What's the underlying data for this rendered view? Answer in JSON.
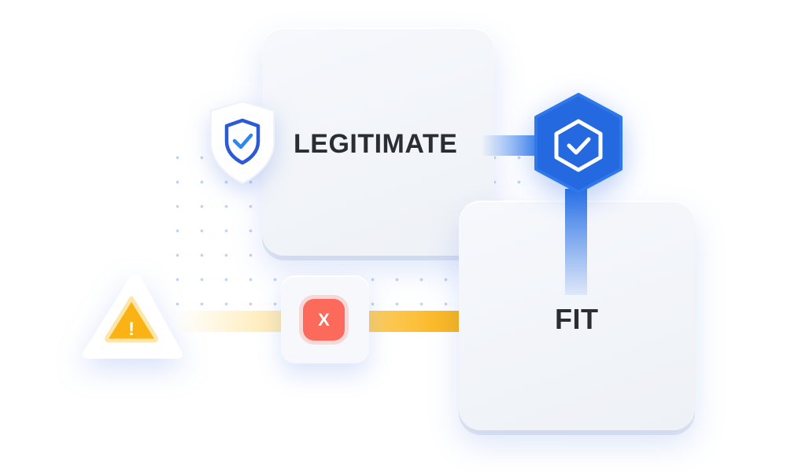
{
  "labels": {
    "legitimate": "LEGITIMATE",
    "fit": "FIT",
    "reject_mark": "X",
    "warning_mark": "!"
  },
  "icons": {
    "shield": "shield-check-icon",
    "hexagon": "hexagon-check-icon",
    "warning": "warning-triangle-icon",
    "reject": "x-icon"
  },
  "colors": {
    "primary_blue": "#2e78ea",
    "hex_blue": "#2469e0",
    "warning_yellow": "#fbb214",
    "reject_red": "#fb6a5a",
    "text_dark": "#2a2d33",
    "card_bg": "#f4f6fa",
    "dot_blue": "#b8cdf3"
  }
}
